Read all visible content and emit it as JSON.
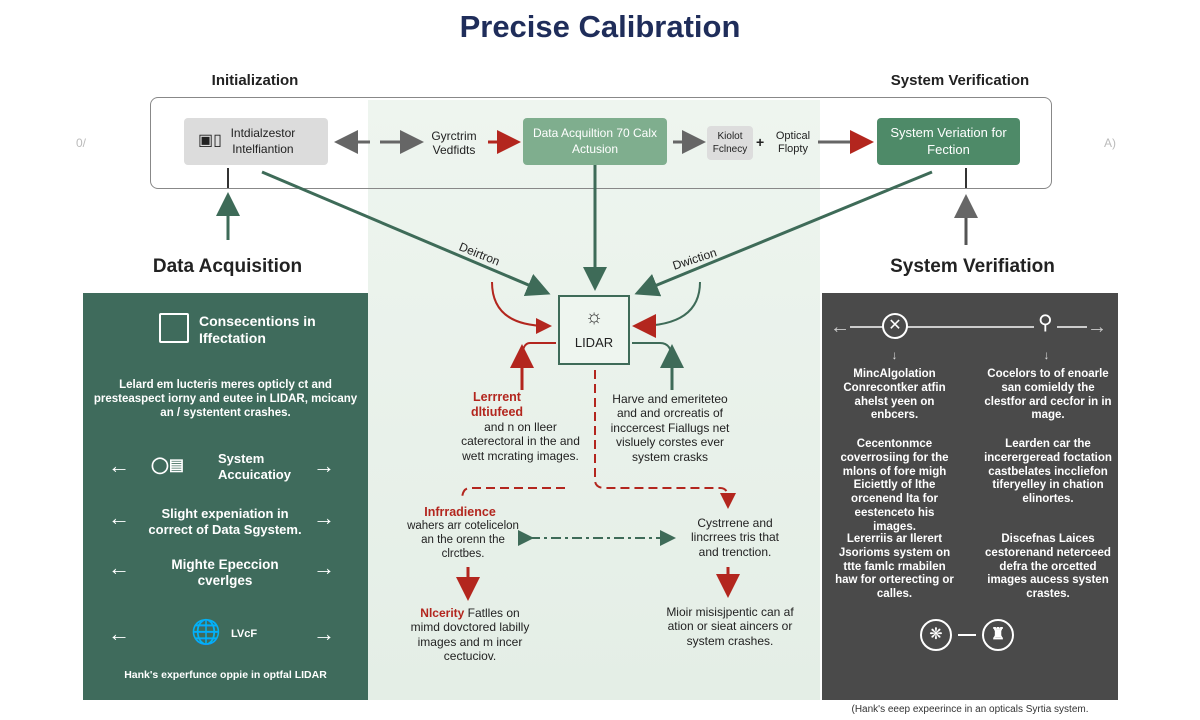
{
  "title": "Precise Calibration",
  "headers": {
    "left": "Initialization",
    "right": "System Verification"
  },
  "side_marks": {
    "left": "0/",
    "right": "A)"
  },
  "top_flow": {
    "init_box": "Intdialzestor Intelfiantion",
    "step2": "Gyrctrim Vedfidts",
    "data_box": "Data Acquiltion 70 Calx Actusion",
    "small_box": "Kiolot Fclnecy",
    "optical": "Optical Flopty",
    "verif_box": "System Veriation for Fection"
  },
  "section_labels": {
    "left": "Data Acquisition",
    "right": "System Verifiation"
  },
  "center": {
    "label_left": "Deirtron",
    "label_right": "Dwiction",
    "lidar": "LIDAR",
    "red_head": "Lerrrent dltiufeed",
    "red_body": "and n on lleer caterectoral in the and wett mcrating images.",
    "right_body": "Harve and emeriteteo and and orcreatis of inccercest Fiallugs net visluely corstes ever system crasks",
    "infer_head": "Infrradience",
    "infer_body": "wahers arr cotelicelon an the orenn the clrctbes.",
    "right_mid": "Cystrrene and lincrrees tris that and trenction.",
    "bottom_left_head": "Nlcerity",
    "bottom_left_body": "Fatlles on mimd dovctored labilly images and m incer cectuciov.",
    "bottom_right": "Mioir misisjpentic can af ation or sieat aincers or system crashes."
  },
  "left_panel": {
    "heading": "Consecentions in Iffectation",
    "intro": "Lelard em lucteris meres opticly ct and presteaspect iorny and eutee in LIDAR, mcicany an / systentent crashes.",
    "rows": [
      "System Accuicatioy",
      "Slight expeniation in correct of Data Sgystem.",
      "Mighte Epeccion cverlges",
      "LVcF"
    ],
    "footer": "Hank's experfunce oppie in optfal LIDAR"
  },
  "right_panel": {
    "col1": [
      "MincAlgolation Conrecontker atfin ahelst yeen on enbcers.",
      "Cecentonmce coverrosiing for the mlons of fore migh Eiciettly of lthe orcenend lta for eestenceto his images.",
      "Lererriis ar Ilerert Jsorioms system on ttte famlc rmabilen haw for orterecting or calles."
    ],
    "col2": [
      "Cocelors to of enoarle san comieldy the clestfor ard cecfor in in mage.",
      "Learden car the incerergeread foctation castbelates inccliefon tiferyelley in chation elinortes.",
      "Discefnas Laices cestorenand neterceed defra the orcetted images aucess systen crastes."
    ]
  },
  "footer": "(Hank's eeep expeerince in an opticals Syrtia system.",
  "colors": {
    "navy": "#1f2d5a",
    "green": "#3f6b5c",
    "red": "#b3261e",
    "dark": "#4a4a4a"
  }
}
